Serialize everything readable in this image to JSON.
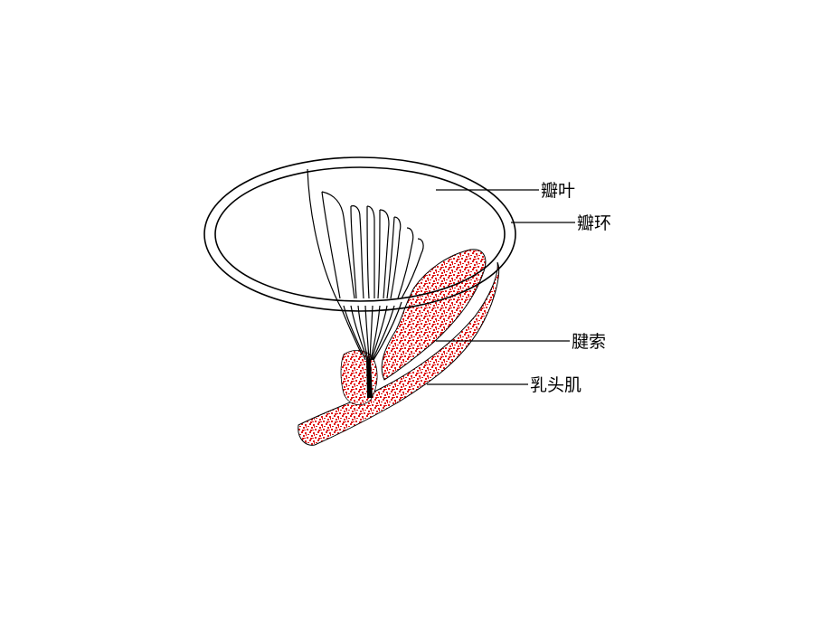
{
  "diagram": {
    "labels": {
      "leaflet": "瓣叶",
      "annulus": "瓣环",
      "chordae": "腱索",
      "papillary_muscle": "乳头肌"
    }
  },
  "colors": {
    "line": "#000000",
    "muscle": "#e01818",
    "background": "#ffffff"
  }
}
